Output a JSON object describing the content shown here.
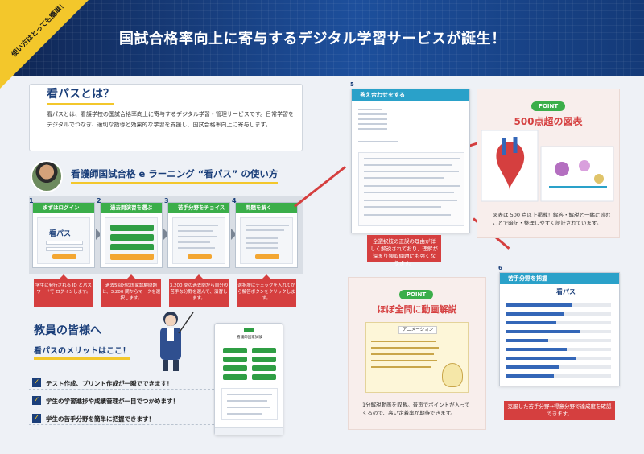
{
  "header": {
    "corner_ribbon": "使い方はとっても簡単！",
    "title": "国試合格率向上に寄与するデジタル学習サービスが誕生！"
  },
  "about": {
    "heading": "看パスとは？",
    "body": "看パスとは、看護学校の国試合格率向上に寄与するデジタル学習・管理サービスです。日常学習をデジタルでつなぎ、適切な指導と効果的な学習を支援し、国試合格率向上に寄与します。"
  },
  "howto": {
    "title": "看護師国試合格 e ラーニング “看パス” の使い方",
    "steps": [
      {
        "num": "1",
        "label": "まずはログイン",
        "note": "学生に発行される ID とパスワードで ログインします。",
        "shot_title": "看パス"
      },
      {
        "num": "2",
        "label": "過去問演習を選ぶ",
        "note": "過去5回分の国家試験問題と、3,200 問からマークを選択します。"
      },
      {
        "num": "3",
        "label": "苦手分野をチョイス",
        "note": "3,200 問の過去問から自分の苦手な分野を選んで、演習します。"
      },
      {
        "num": "4",
        "label": "問題を解く",
        "note": "選択肢にチェックを入れてから解答ボタンをクリックします。"
      }
    ]
  },
  "teachers": {
    "title": "教員の皆様へ",
    "merit_title": "看パスのメリットはここ！",
    "checks": [
      "テスト作成、プリント作成が一瞬でできます！",
      "学生の学習進捗や成績管理が一目でつかめます！",
      "学生の苦手分野を簡単に把握できます！"
    ],
    "check_mark": "✓",
    "phone_title": "看護師国家試験"
  },
  "answer_card": {
    "num": "5",
    "header": "答え合わせをする",
    "note": "全選択肢の正誤の理由が詳しく解説されており、理解が深まり類似問題にも強くなります。"
  },
  "figures_point": {
    "badge": "POINT",
    "heading": "500点超の図表",
    "body": "図表は 500 点以上掲載！解答・解説と一緒に読むことで暗記・整理しやすく設計されています。"
  },
  "video_point": {
    "badge": "POINT",
    "heading": "ほぼ全問に動画解説",
    "tag": "アニメーション",
    "body": "1分解説動画を収載。音声でポイントが入ってくるので、高い定着率が期待できます。"
  },
  "weak_card": {
    "num": "6",
    "header": "苦手分野を把握",
    "app": "看パス",
    "note": "克服した苦手分野→得意分野で達成度を確認できます。"
  },
  "colors": {
    "navy": "#1b3f7a",
    "accent_yellow": "#f3c72b",
    "red": "#d53f3f",
    "green": "#3bae4a",
    "cyan": "#2aa1c9"
  },
  "weak_bars": [
    0.62,
    0.55,
    0.48,
    0.7,
    0.4,
    0.58,
    0.66,
    0.5,
    0.45
  ]
}
